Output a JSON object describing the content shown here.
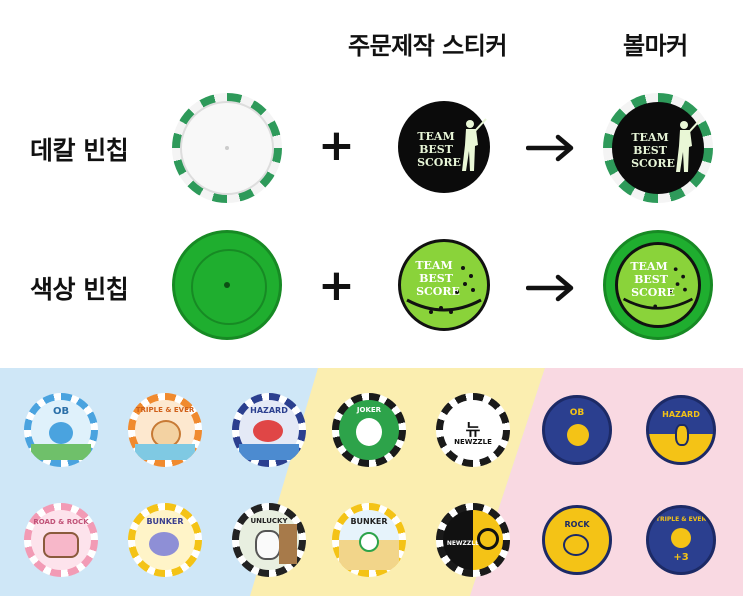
{
  "headers": {
    "custom_sticker": "주문제작 스티커",
    "ball_marker": "볼마커"
  },
  "rows": [
    {
      "label": "데칼 빈칩"
    },
    {
      "label": "색상 빈칩"
    }
  ],
  "operators": {
    "plus": "+"
  },
  "sticker_text": {
    "line1": "TEAM",
    "line2": "BEST",
    "line3": "SCORE"
  },
  "marker_labels": {
    "ob": "OB",
    "triple_ever": "TRIPLE & EVER",
    "hazard": "HAZARD",
    "joker": "JOKER",
    "newzzle": "NEWZZLE",
    "newzzle_glyph": "뉴",
    "road_rock": "ROAD & ROCK",
    "bunker": "BUNKER",
    "unlucky": "UNLUCKY",
    "rock": "ROCK",
    "plus3": "+3"
  },
  "colors": {
    "green_stripe": "#2e9a5a",
    "green_chip": "#1fae2f",
    "lime_sticker": "#8ad33a",
    "blue_zone": "#cfe7f7",
    "yellow_zone": "#fbeeb0",
    "pink_zone": "#f9d9e2",
    "navy": "#2b3f8f",
    "gold": "#f4c316"
  }
}
